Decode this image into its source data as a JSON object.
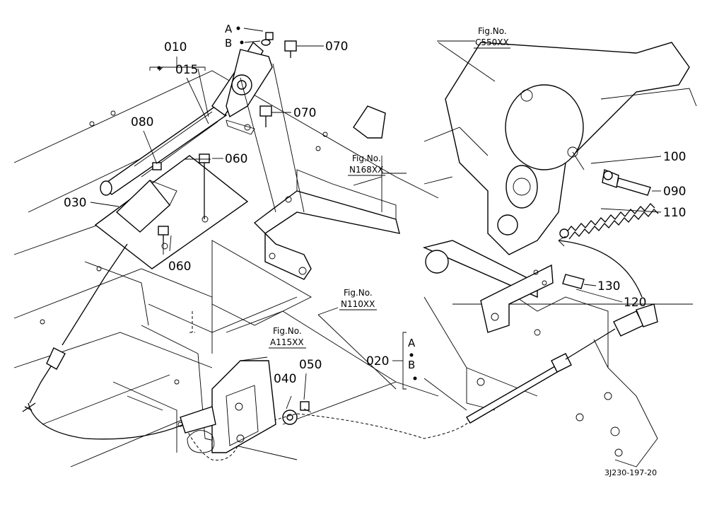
{
  "callouts": {
    "p010": "010",
    "p015": "015",
    "p020": "020",
    "p030": "030",
    "p040": "040",
    "p050": "050",
    "p060a": "060",
    "p060b": "060",
    "p070a": "070",
    "p070b": "070",
    "p080": "080",
    "p090": "090",
    "p100": "100",
    "p110": "110",
    "p120": "120",
    "p130": "130",
    "markA": "A",
    "markB": "B",
    "markA2": "A",
    "markB2": "B"
  },
  "figrefs": [
    {
      "label": "Fig.No.",
      "code": "C550XX"
    },
    {
      "label": "Fig.No.",
      "code": "N168XX"
    },
    {
      "label": "Fig.No.",
      "code": "N110XX"
    },
    {
      "label": "Fig.No.",
      "code": "A115XX"
    }
  ],
  "drawing_code": "3J230-197-20"
}
